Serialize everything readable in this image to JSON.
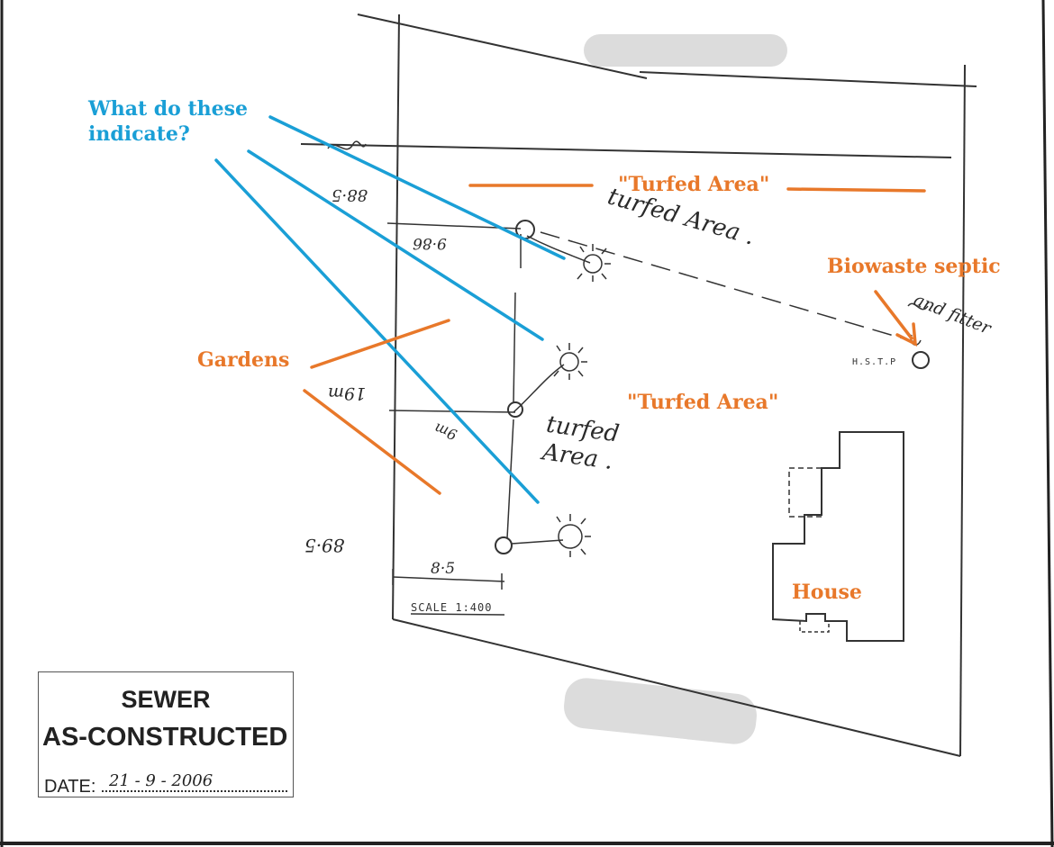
{
  "annotations": {
    "question": "What do these\nindicate?",
    "turfed_area_top": "\"Turfed Area\"",
    "turfed_area_mid": "\"Turfed Area\"",
    "biowaste": "Biowaste septic",
    "gardens": "Gardens",
    "house": "House"
  },
  "plan_labels": {
    "hstp": "H.S.T.P",
    "scale": "SCALE 1:400",
    "dim_bottom": "8·5",
    "dim_9": "9·86",
    "dim_88": "88·5",
    "dim_19": "19m",
    "dim_9m": "9m",
    "dim_left_bottom": "89·5"
  },
  "handwriting": {
    "turfed_area_upper": "turfed Area .",
    "turfed_area_lower": "turfed\nArea .",
    "and_fitter": "and fitter"
  },
  "stamp": {
    "title_line1": "SEWER",
    "title_line2": "AS-CONSTRUCTED",
    "date_label": "DATE:",
    "date_value": "21 - 9 - 2006"
  },
  "colors": {
    "annotation_blue": "#1a9fd6",
    "annotation_orange": "#e8782a",
    "pencil": "#2a2a2a"
  }
}
